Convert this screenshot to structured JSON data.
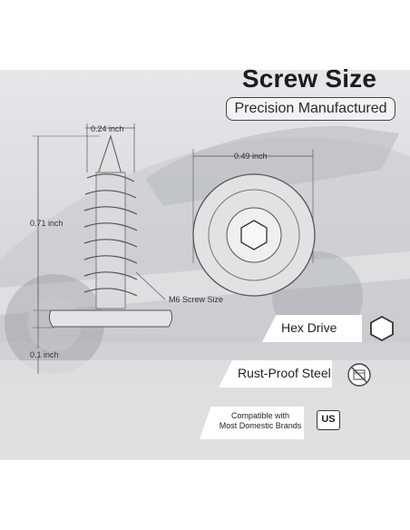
{
  "title": "Screw Size",
  "subtitle": "Precision Manufactured",
  "dimensions": {
    "screw_width": "0.24 inch",
    "screw_length": "0.71 inch",
    "head_thickness": "0.1 inch",
    "head_diameter": "0.49 inch",
    "thread_size": "M6 Screw Size"
  },
  "features": [
    {
      "label": "Hex Drive",
      "icon": "hexagon-icon"
    },
    {
      "label": "Rust-Proof Steel",
      "icon": "rust-proof-icon"
    },
    {
      "label": "Compatible with\nMost Domestic Brands",
      "icon": "us-badge-icon",
      "badge": "US"
    }
  ],
  "colors": {
    "text": "#222222",
    "panel_background": "#d7d9dc",
    "feature_banner": "#ffffff"
  }
}
